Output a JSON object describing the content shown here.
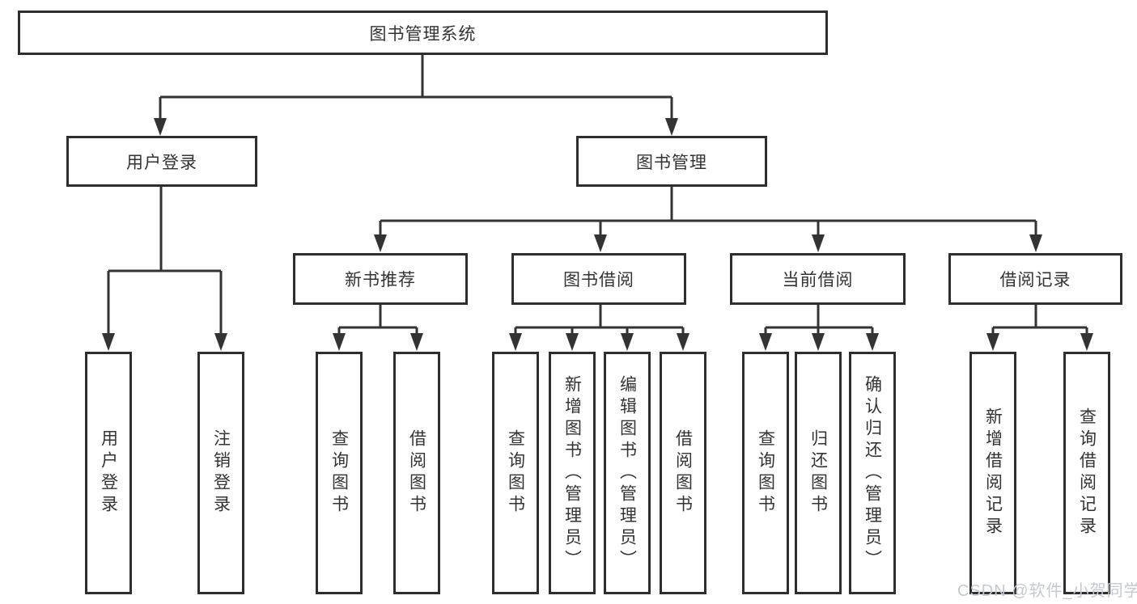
{
  "tree": {
    "label": "图书管理系统",
    "children": [
      {
        "label": "用户登录",
        "children": [
          {
            "label": "用户登录"
          },
          {
            "label": "注销登录"
          }
        ]
      },
      {
        "label": "图书管理",
        "children": [
          {
            "label": "新书推荐",
            "children": [
              {
                "label": "查询图书"
              },
              {
                "label": "借阅图书"
              }
            ]
          },
          {
            "label": "图书借阅",
            "children": [
              {
                "label": "查询图书"
              },
              {
                "label": "新增图书（管理员）"
              },
              {
                "label": "编辑图书（管理员）"
              },
              {
                "label": "借阅图书"
              }
            ]
          },
          {
            "label": "当前借阅",
            "children": [
              {
                "label": "查询图书"
              },
              {
                "label": "归还图书"
              },
              {
                "label": "确认归还（管理员）"
              }
            ]
          },
          {
            "label": "借阅记录",
            "children": [
              {
                "label": "新增借阅记录"
              },
              {
                "label": "查询借阅记录"
              }
            ]
          }
        ]
      }
    ]
  },
  "watermark": "CSDN @软件_小贺同学",
  "colors": {
    "line": "#333333",
    "box_border": "#2e2e2e",
    "text": "#333333",
    "watermark": "#c5c8cf",
    "background": "#ffffff"
  }
}
